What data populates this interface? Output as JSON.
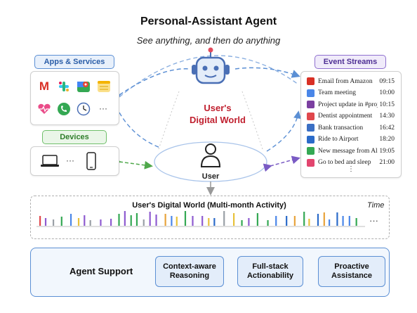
{
  "header": {
    "title": "Personal-Assistant Agent",
    "subtitle": "See anything, and then do anything"
  },
  "apps_services": {
    "label": "Apps & Services",
    "icons": [
      "gmail-icon",
      "slack-icon",
      "maps-icon",
      "notes-icon",
      "health-icon",
      "phone-icon",
      "clock-icon"
    ],
    "more": "···"
  },
  "devices": {
    "label": "Devices",
    "icons": [
      "laptop-icon",
      "phone-device-icon"
    ],
    "more": "···"
  },
  "event_streams": {
    "label": "Event Streams",
    "events": [
      {
        "icon": "gmail-icon",
        "color": "#d93025",
        "text": "Email from Amazon",
        "time": "09:15"
      },
      {
        "icon": "calendar-icon",
        "color": "#4a86e8",
        "text": "Team meeting",
        "time": "10:00"
      },
      {
        "icon": "slack-icon",
        "color": "#7b3fa0",
        "text": "Project update in #proj",
        "time": "10:15"
      },
      {
        "icon": "calendar-red-icon",
        "color": "#e0474c",
        "text": "Dentist appointment",
        "time": "14:30"
      },
      {
        "icon": "bank-icon",
        "color": "#3b6fc4",
        "text": "Bank transaction",
        "time": "16:42"
      },
      {
        "icon": "car-icon",
        "color": "#2b6bc9",
        "text": "Ride to Airport",
        "time": "18:20"
      },
      {
        "icon": "message-icon",
        "color": "#34a853",
        "text": "New message from Alice",
        "time": "19:05"
      },
      {
        "icon": "heart-icon",
        "color": "#e2456e",
        "text": "Go to bed and sleep",
        "time": "21:00"
      }
    ],
    "more": "⋮"
  },
  "center": {
    "title_line1": "User's",
    "title_line2": "Digital World",
    "user_label": "User"
  },
  "timeline": {
    "title": "User's Digital World (Multi-month Activity)",
    "time_label": "Time",
    "more": "···",
    "bar_colors": [
      "#4a86e8",
      "#e8a33b",
      "#34a853",
      "#8e5bd0",
      "#e0474c",
      "#e8c23b",
      "#2b6bc9",
      "#9aa0a6"
    ]
  },
  "support": {
    "label": "Agent Support",
    "items": [
      "Context-aware\nReasoning",
      "Full-stack\nActionability",
      "Proactive\nAssistance"
    ]
  }
}
